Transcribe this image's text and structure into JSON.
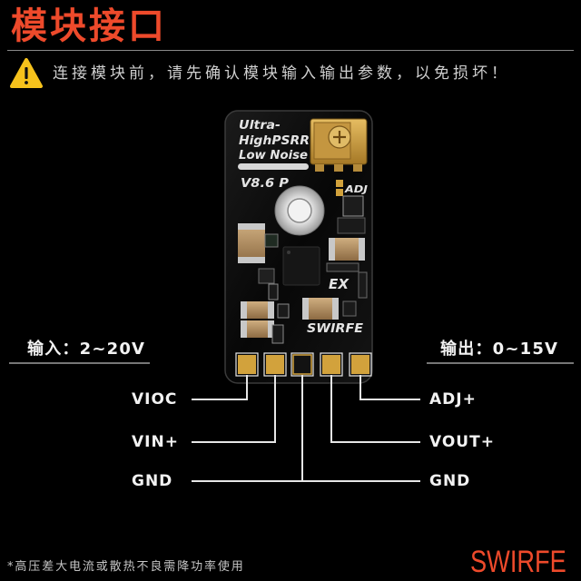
{
  "title": "模块接口",
  "warning": {
    "icon": "warning-icon",
    "text": "连接模块前，请先确认模块输入输出参数，以免损坏！"
  },
  "module": {
    "silkscreen": {
      "line1": "Ultra-",
      "line2": "HighPSRR",
      "line3": "Low Noise",
      "version": "V8.6 P",
      "adj": "ADJ",
      "ex": "EX",
      "brand": "SWIRFE"
    }
  },
  "specs": {
    "input": "输入：2~20V",
    "output": "输出：0~15V"
  },
  "pins": {
    "left": [
      {
        "label": "VIOC"
      },
      {
        "label": "VIN+"
      },
      {
        "label": "GND"
      }
    ],
    "right": [
      {
        "label": "ADJ+"
      },
      {
        "label": "VOUT+"
      },
      {
        "label": "GND"
      }
    ]
  },
  "footer": {
    "note": "*高压差大电流或散热不良需降功率使用",
    "brand": "SWIRFE"
  },
  "colors": {
    "accent": "#ee4a2b",
    "background": "#000000",
    "warning": "#f6c21c",
    "pcb": "#0c0c0c",
    "pad_gold": "#d2a23c",
    "leader_lines": "#e6e6e6"
  }
}
